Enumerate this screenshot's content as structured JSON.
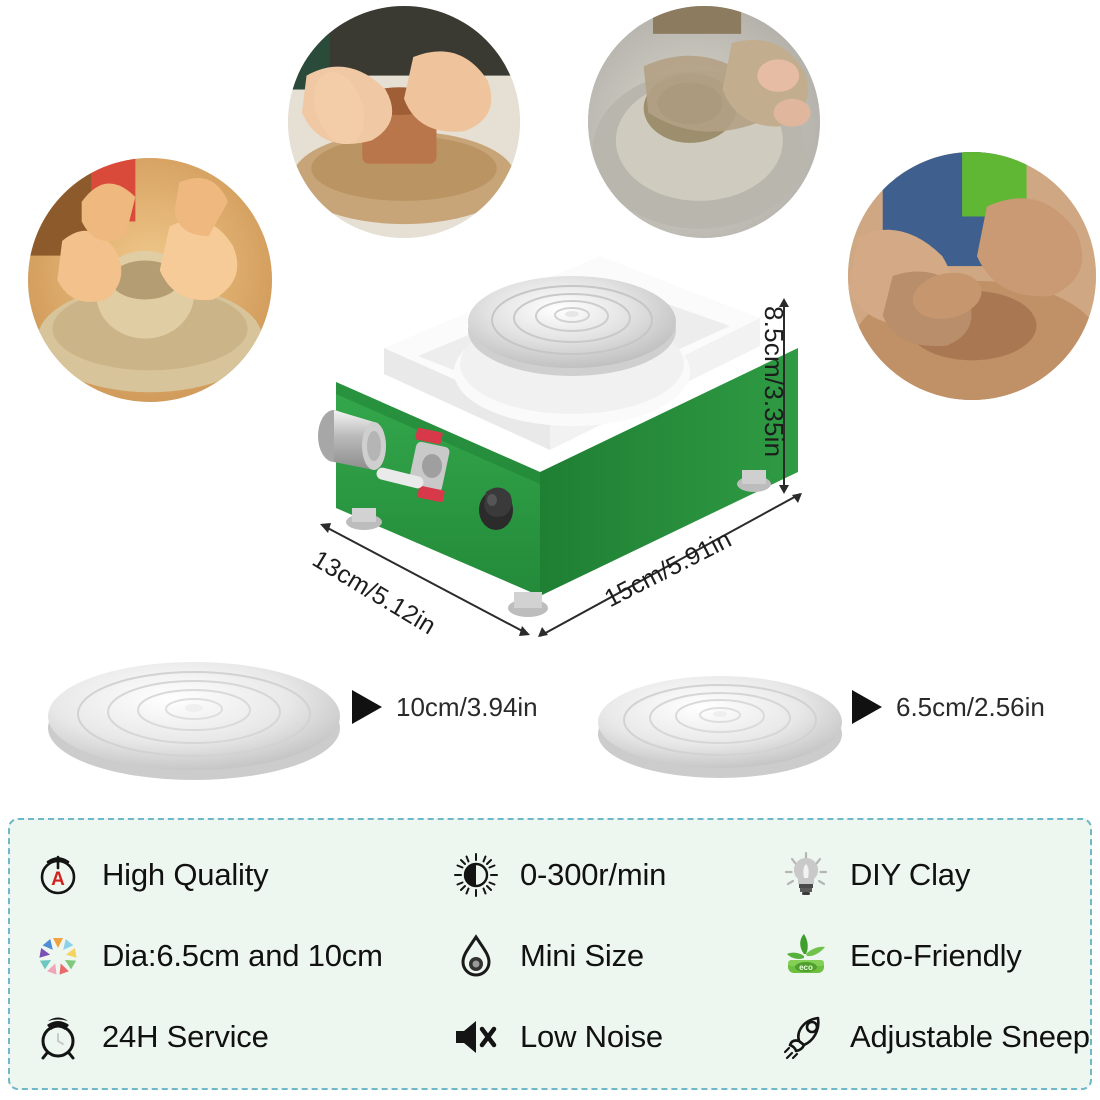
{
  "photos": [
    {
      "name": "pottery-hands-terracotta-left",
      "alt": "hands shaping clay pot on wheel"
    },
    {
      "name": "pottery-hands-dark-apron",
      "alt": "hands forming terracotta cylinder"
    },
    {
      "name": "pottery-hands-grey-bowl",
      "alt": "muddy hands forming a bowl"
    },
    {
      "name": "pottery-hands-two-people",
      "alt": "two pairs of hands on clay"
    }
  ],
  "product": {
    "name": "mini-pottery-wheel",
    "body_color": "#2e9e46",
    "basin_color": "#f7f7f7",
    "plate_color": "#d8d8d8",
    "dimensions": {
      "height": "8.5cm/3.35in",
      "depth": "13cm/5.12in",
      "width": "15cm/5.91in"
    }
  },
  "discs": [
    {
      "name": "turntable-large",
      "label": "10cm/3.94in"
    },
    {
      "name": "turntable-small",
      "label": "6.5cm/2.56in"
    }
  ],
  "features": {
    "panel_bg": "#eef7ef",
    "panel_border": "#6fb7c9",
    "items": [
      {
        "icon": "power-a-icon",
        "label": "High Quality"
      },
      {
        "icon": "brightness-icon",
        "label": "0-300r/min"
      },
      {
        "icon": "lightbulb-icon",
        "label": "DIY Clay"
      },
      {
        "icon": "color-wheel-icon",
        "label": "Dia:6.5cm and 10cm"
      },
      {
        "icon": "water-drop-icon",
        "label": "Mini Size"
      },
      {
        "icon": "eco-leaf-icon",
        "label": "Eco-Friendly"
      },
      {
        "icon": "alarm-clock-icon",
        "label": "24H Service"
      },
      {
        "icon": "mute-speaker-icon",
        "label": "Low Noise"
      },
      {
        "icon": "rocket-icon",
        "label": "Adjustable Sneep"
      }
    ]
  }
}
